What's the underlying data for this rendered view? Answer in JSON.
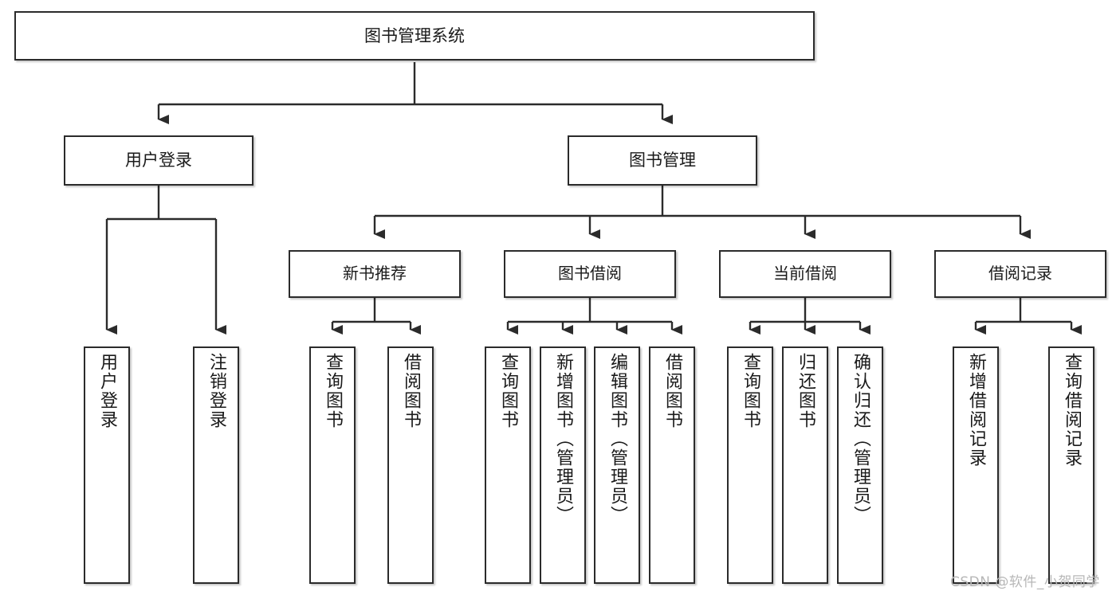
{
  "diagram": {
    "title": "图书管理系统",
    "type": "functional-structure-tree",
    "watermark": "CSDN @软件_小贺同学",
    "colors": {
      "box_border": "#2b2b2b",
      "box_fill": "#ffffff",
      "connector": "#2b2b2b",
      "text": "#1a1a1a",
      "watermark": "#b7b7b7",
      "background": "#ffffff"
    }
  },
  "nodes": {
    "root": {
      "label": "图书管理系统",
      "level": 0
    },
    "level1": [
      {
        "id": "user-login",
        "label": "用户登录"
      },
      {
        "id": "book-manage",
        "label": "图书管理"
      }
    ],
    "level2": [
      {
        "id": "new-book-recommend",
        "label": "新书推荐",
        "parent": "book-manage"
      },
      {
        "id": "book-borrow",
        "label": "图书借阅",
        "parent": "book-manage"
      },
      {
        "id": "current-borrow",
        "label": "当前借阅",
        "parent": "book-manage"
      },
      {
        "id": "borrow-record",
        "label": "借阅记录",
        "parent": "book-manage"
      }
    ],
    "leaves": [
      {
        "id": "leaf-user-login",
        "label": "用户登录",
        "parent": "user-login"
      },
      {
        "id": "leaf-logout-login",
        "label": "注销登录",
        "parent": "user-login"
      },
      {
        "id": "leaf-query-book-1",
        "label": "查询图书",
        "parent": "new-book-recommend"
      },
      {
        "id": "leaf-borrow-book-1",
        "label": "借阅图书",
        "parent": "new-book-recommend"
      },
      {
        "id": "leaf-query-book-2",
        "label": "查询图书",
        "parent": "book-borrow"
      },
      {
        "id": "leaf-add-book",
        "label": "新增图书（管理员）",
        "parent": "book-borrow"
      },
      {
        "id": "leaf-edit-book",
        "label": "编辑图书（管理员）",
        "parent": "book-borrow"
      },
      {
        "id": "leaf-borrow-book-2",
        "label": "借阅图书",
        "parent": "book-borrow"
      },
      {
        "id": "leaf-query-book-3",
        "label": "查询图书",
        "parent": "current-borrow"
      },
      {
        "id": "leaf-return-book",
        "label": "归还图书",
        "parent": "current-borrow"
      },
      {
        "id": "leaf-confirm-return",
        "label": "确认归还（管理员）",
        "parent": "current-borrow"
      },
      {
        "id": "leaf-add-record",
        "label": "新增借阅记录",
        "parent": "borrow-record"
      },
      {
        "id": "leaf-query-record",
        "label": "查询借阅记录",
        "parent": "borrow-record"
      }
    ]
  }
}
